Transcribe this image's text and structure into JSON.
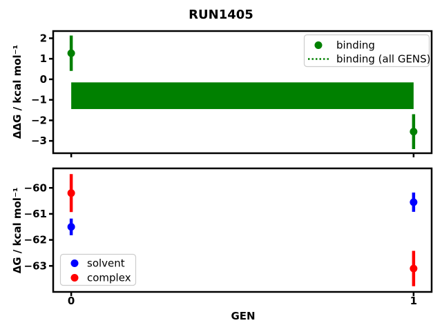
{
  "title": "RUN1405",
  "colors": {
    "binding": "#008000",
    "solvent": "#0000ff",
    "complex": "#ff0000",
    "axes": "#000000",
    "background": "#ffffff"
  },
  "chart_data": [
    {
      "type": "errorbar",
      "subplot": "top",
      "ylabel": "ΔΔG / kcal mol⁻¹",
      "xlabel": "",
      "ylim": [
        -3.6,
        2.35
      ],
      "xlim": [
        -0.0527,
        1.0527
      ],
      "yticks": [
        2,
        1,
        0,
        -1,
        -2,
        -3
      ],
      "xticks": [
        0,
        1
      ],
      "x": [
        0,
        1
      ],
      "series": [
        {
          "name": "binding",
          "color": "#008000",
          "values": [
            1.27,
            -2.55
          ],
          "errors": [
            0.86,
            0.85
          ]
        }
      ],
      "band": {
        "name": "binding (all GENS)",
        "color": "#008000",
        "x_range": [
          0,
          1
        ],
        "y_range": [
          -1.45,
          -0.15
        ]
      },
      "legend": {
        "position": "upper right",
        "entries": [
          {
            "label": "binding",
            "marker": "circle",
            "color": "#008000"
          },
          {
            "label": "binding (all GENS)",
            "marker": "dotted-line",
            "color": "#008000"
          }
        ]
      }
    },
    {
      "type": "errorbar",
      "subplot": "bottom",
      "ylabel": "ΔG / kcal mol⁻¹",
      "xlabel": "GEN",
      "ylim": [
        -64.0,
        -59.25
      ],
      "xlim": [
        -0.0527,
        1.0527
      ],
      "yticks": [
        -60,
        -61,
        -62,
        -63
      ],
      "xticks": [
        0,
        1
      ],
      "x": [
        0,
        1
      ],
      "series": [
        {
          "name": "solvent",
          "color": "#0000ff",
          "values": [
            -61.5,
            -60.55
          ],
          "errors": [
            0.32,
            0.37
          ]
        },
        {
          "name": "complex",
          "color": "#ff0000",
          "values": [
            -60.2,
            -63.1
          ],
          "errors": [
            0.73,
            0.68
          ]
        }
      ],
      "legend": {
        "position": "lower left",
        "entries": [
          {
            "label": "solvent",
            "marker": "circle",
            "color": "#0000ff"
          },
          {
            "label": "complex",
            "marker": "circle",
            "color": "#ff0000"
          }
        ]
      }
    }
  ]
}
